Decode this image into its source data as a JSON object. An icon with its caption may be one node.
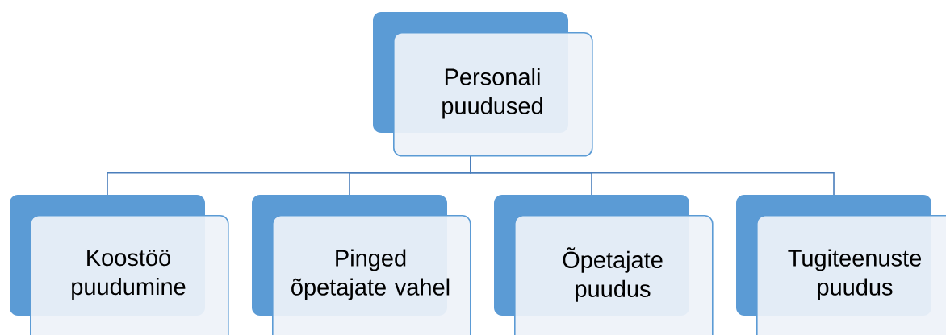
{
  "diagram": {
    "nodes": [
      {
        "text": [
          "Personali puudused"
        ]
      },
      {
        "text": [
          "Koostöö puudumine"
        ]
      },
      {
        "text": [
          "Pinged õpetajate vahel"
        ]
      },
      {
        "text": [
          "Õpetajate puudus"
        ]
      },
      {
        "text": [
          "Tugiteenuste puudus"
        ]
      }
    ],
    "edges": [
      {
        "from": 0,
        "to": 1,
        "arrow": "none"
      },
      {
        "from": 0,
        "to": 2,
        "arrow": "none"
      },
      {
        "from": 0,
        "to": 3,
        "arrow": "none"
      },
      {
        "from": 0,
        "to": 4,
        "arrow": "none"
      }
    ]
  }
}
